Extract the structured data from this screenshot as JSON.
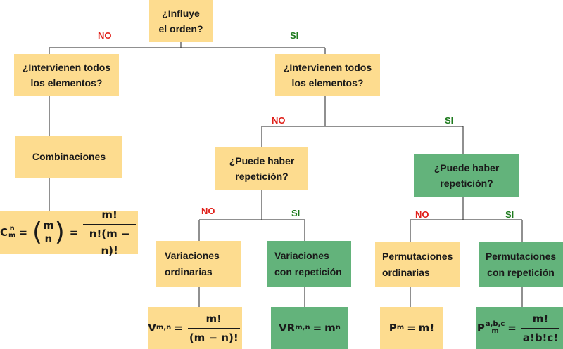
{
  "questions": {
    "root": [
      "¿Influye",
      "el orden?"
    ],
    "left_all": [
      "¿Intervienen todos",
      "los elementos?"
    ],
    "right_all": [
      "¿Intervienen todos",
      "los elementos?"
    ],
    "rep_left": [
      "¿Puede haber",
      "repetición?"
    ],
    "rep_right": [
      "¿Puede haber",
      "repetición?"
    ]
  },
  "edges": {
    "root_no": "NO",
    "root_si": "SI",
    "all_no": "NO",
    "all_si": "SI",
    "repl_no": "NO",
    "repl_si": "SI",
    "repr_no": "NO",
    "repr_si": "SI"
  },
  "results": {
    "combinaciones": "Combinaciones",
    "var_ord": [
      "Variaciones",
      "ordinarias"
    ],
    "var_rep": [
      "Variaciones",
      "con repetición"
    ],
    "perm_ord": [
      "Permutaciones",
      "ordinarias"
    ],
    "perm_rep": [
      "Permutaciones",
      "con repetición"
    ]
  },
  "formulas": {
    "comb": {
      "base": "C",
      "sub": "m",
      "sup": "n",
      "binom_top": "m",
      "binom_bot": "n",
      "eq": "=",
      "num": "m!",
      "den": "n!(m − n)!"
    },
    "var": {
      "base": "V",
      "sub": "m,n",
      "eq": "=",
      "num": "m!",
      "den": "(m − n)!"
    },
    "var_rep": {
      "base": "VR",
      "sub": "m,n",
      "eq": "=",
      "rhs": "m",
      "sup": "n"
    },
    "perm": {
      "base": "P",
      "sub": "m",
      "eq": "=",
      "rhs": "m!"
    },
    "perm_rep": {
      "base": "P",
      "sub": "m",
      "sup": "a,b,c",
      "eq": "=",
      "num": "m!",
      "den": "a!b!c!"
    }
  },
  "colors": {
    "question": "#fddc8f",
    "green": "#63b37b",
    "no": "#e0201a",
    "si": "#1d7a1d"
  }
}
